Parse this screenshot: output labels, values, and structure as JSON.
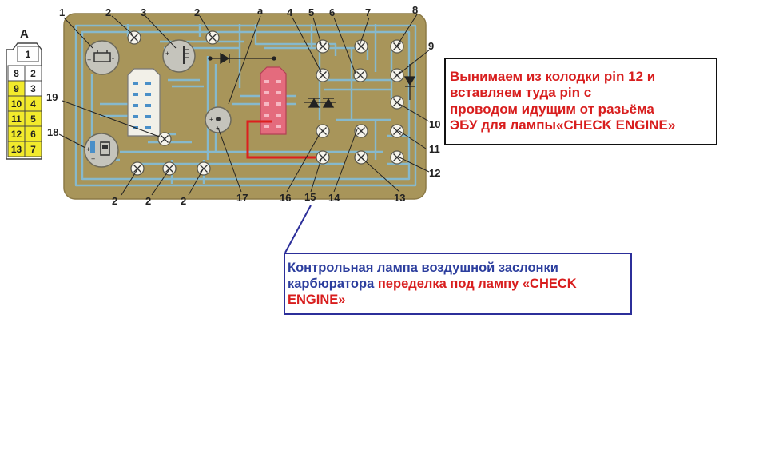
{
  "connector": {
    "title": "A",
    "pins": [
      {
        "label": "1",
        "highlight": false
      },
      {
        "label": "8",
        "highlight": false
      },
      {
        "label": "2",
        "highlight": false
      },
      {
        "label": "9",
        "highlight": true
      },
      {
        "label": "3",
        "highlight": false
      },
      {
        "label": "10",
        "highlight": true
      },
      {
        "label": "4",
        "highlight": true
      },
      {
        "label": "11",
        "highlight": true
      },
      {
        "label": "5",
        "highlight": true
      },
      {
        "label": "12",
        "highlight": true
      },
      {
        "label": "6",
        "highlight": true
      },
      {
        "label": "13",
        "highlight": true
      },
      {
        "label": "7",
        "highlight": true
      }
    ]
  },
  "callouts": {
    "c1": "1",
    "c2a": "2",
    "c3": "3",
    "c2b": "2",
    "ca": "a",
    "c4": "4",
    "c5": "5",
    "c6": "6",
    "c7": "7",
    "c8": "8",
    "c9": "9",
    "c10": "10",
    "c11": "11",
    "c12": "12",
    "c13": "13",
    "c14": "14",
    "c15": "15",
    "c16": "16",
    "c17": "17",
    "c18": "18",
    "c19": "19",
    "c2c": "2",
    "c2d": "2",
    "c2e": "2"
  },
  "notes": {
    "red": {
      "line1": "Вынимаем из колодки pin 12 и",
      "line2": "вставляем туда pin с",
      "line3": "проводом идущим от разьёма",
      "line4": "ЭБУ для лампы«CHECK  ENGINE»"
    },
    "blue": {
      "line1": "Контрольная лампа воздушной заслонки",
      "line2_a": "карбюратора ",
      "line2_b": "переделка под лампу «CHECK",
      "line3": "ENGINE»"
    }
  },
  "colors": {
    "board": "#a8955a",
    "trace": "#86b9cd",
    "connector_highlight": "#f2ea2c",
    "socket_fill": "#f2f0e8",
    "chip": "#e46b7d",
    "red_wire": "#dd1f1f",
    "blue_line": "#2c2f9a"
  }
}
